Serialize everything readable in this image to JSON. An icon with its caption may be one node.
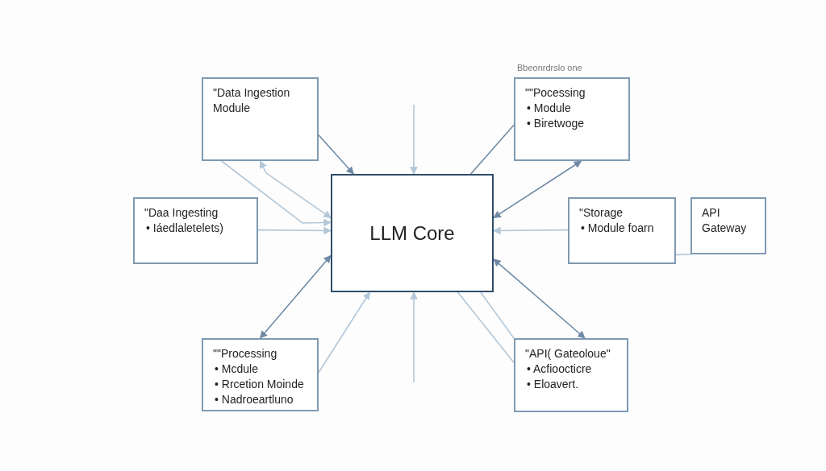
{
  "diagram": {
    "nodes": [
      {
        "text": [
          "\"Data Ingestion Module"
        ]
      },
      {
        "text": [
          "\"Daa Ingesting",
          "• Iáedlaletelets)"
        ]
      },
      {
        "text": [
          "\"\"Pocessing",
          "• Module",
          "• Biretwoge"
        ],
        "beside": [
          "Bbeonrdrslo one"
        ]
      },
      {
        "text": [
          "LLM Core"
        ]
      },
      {
        "text": [
          "\"Storage",
          "• Module foarn"
        ]
      },
      {
        "text": [
          "API Gateway"
        ]
      },
      {
        "text": [
          "\"\"Processing",
          "• Mcdule",
          "• Rrcetion Moinde",
          "• Nadroeartluno"
        ]
      },
      {
        "text": [
          "\"API( Gateoloue\"",
          "• Acfioocticre",
          "• Eloavert."
        ]
      }
    ],
    "edges": [
      {
        "from": 0,
        "to": 3,
        "arrow": "to"
      },
      {
        "from": 0,
        "to": 3,
        "arrow": "to",
        "color": "#b3c7d8"
      },
      {
        "from": 3,
        "to": 0,
        "arrow": "both",
        "color": "#b3c7d8"
      },
      {
        "from": 1,
        "to": 3,
        "arrow": "to",
        "color": "#b3c7d8"
      },
      {
        "from": 6,
        "to": 3,
        "arrow": "both"
      },
      {
        "from": 6,
        "to": 3,
        "arrow": "to",
        "color": "#b3c7d8"
      },
      {
        "from": null,
        "to": 3,
        "arrow": "to",
        "color": "#b3c7d8"
      },
      {
        "from": null,
        "to": 3,
        "arrow": "to",
        "color": "#b3c7d8"
      },
      {
        "from": 3,
        "to": 2,
        "arrow": "none"
      },
      {
        "from": 3,
        "to": 2,
        "arrow": "both"
      },
      {
        "from": 4,
        "to": 3,
        "arrow": "to",
        "color": "#b3c7d8"
      },
      {
        "from": 4,
        "to": 5,
        "arrow": "none",
        "color": "#b3c7d8"
      },
      {
        "from": 3,
        "to": 7,
        "arrow": "both"
      },
      {
        "from": 3,
        "to": 7,
        "arrow": "none",
        "color": "#b3c7d8"
      },
      {
        "from": 3,
        "to": 7,
        "arrow": "none",
        "color": "#b3c7d8"
      }
    ]
  }
}
